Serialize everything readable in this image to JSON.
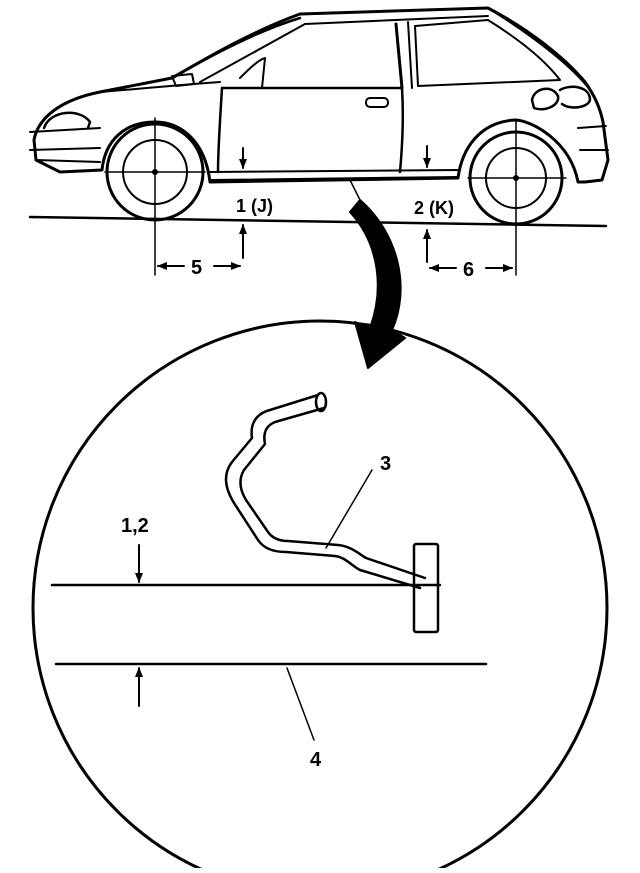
{
  "labels": {
    "point_1": "1 (J)",
    "point_2": "2 (K)",
    "dim_5": "5",
    "dim_6": "6",
    "callout_3": "3",
    "callout_4": "4",
    "callout_12": "1,2"
  },
  "colors": {
    "ink": "#000000",
    "paper": "#ffffff"
  }
}
